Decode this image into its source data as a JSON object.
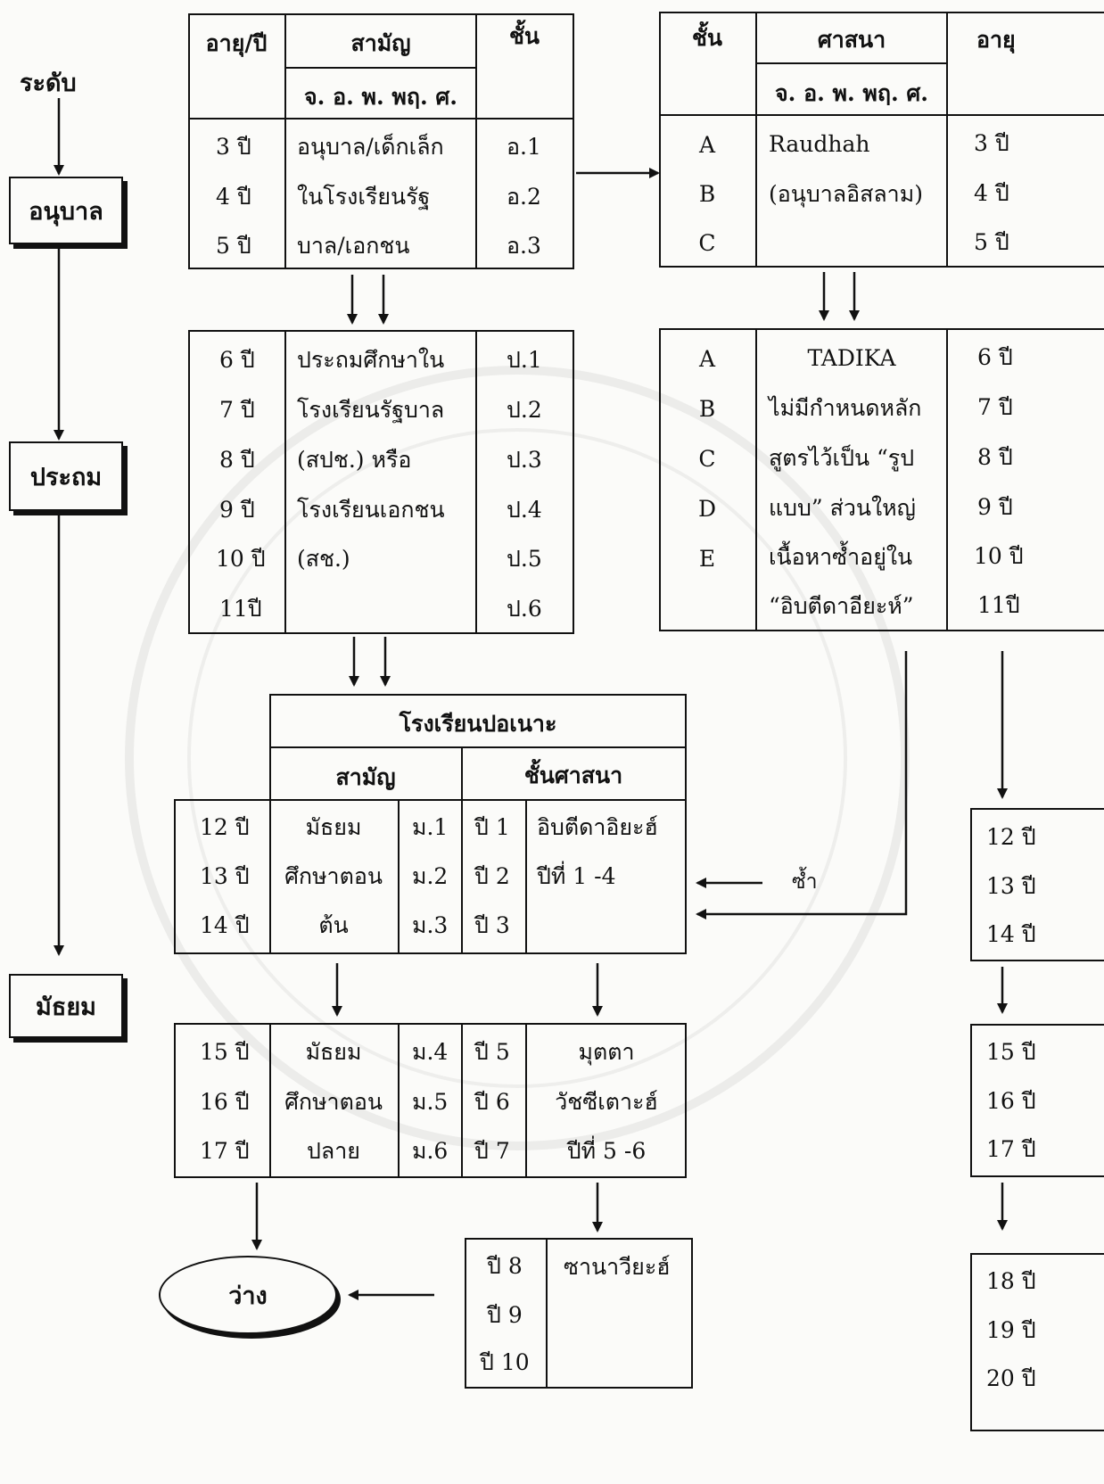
{
  "levels": {
    "label": "ระดับ",
    "kindergarten": "อนุบาล",
    "primary": "ประถม",
    "secondary": "มัธยม"
  },
  "t1": {
    "h_age": "อายุ/ปี",
    "h_general": "สามัญ",
    "h_grade": "ชั้น",
    "h_sub": "จ. อ. พ. พฤ. ศ.",
    "ages": [
      "3 ปี",
      "4 ปี",
      "5 ปี"
    ],
    "desc": [
      "อนุบาล/เด็กเล็ก",
      "ในโรงเรียนรัฐ",
      "บาล/เอกชน"
    ],
    "grades": [
      "อ.1",
      "อ.2",
      "อ.3"
    ]
  },
  "t2": {
    "h_grade": "ชั้น",
    "h_religion": "ศาสนา",
    "h_age": "อายุ",
    "h_sub": "จ. อ. พ. พฤ. ศ.",
    "grades": [
      "A",
      "B",
      "C"
    ],
    "desc": [
      "Raudhah",
      "(อนุบาลอิสลาม)",
      ""
    ],
    "ages": [
      "3 ปี",
      "4 ปี",
      "5 ปี"
    ]
  },
  "t3": {
    "ages": [
      "6 ปี",
      "7 ปี",
      "8 ปี",
      "9 ปี",
      "10 ปี",
      "11ปี"
    ],
    "desc": [
      "ประถมศึกษาใน",
      "โรงเรียนรัฐบาล",
      "(สปช.) หรือ",
      "โรงเรียนเอกชน",
      "(สช.)",
      ""
    ],
    "grades": [
      "ป.1",
      "ป.2",
      "ป.3",
      "ป.4",
      "ป.5",
      "ป.6"
    ]
  },
  "t4": {
    "grades": [
      "A",
      "B",
      "C",
      "D",
      "E",
      ""
    ],
    "desc": [
      "TADIKA",
      "ไม่มีกำหนดหลัก",
      "สูตรไว้เป็น “รูป",
      "แบบ” ส่วนใหญ่",
      "เนื้อหาซ้ำอยู่ใน",
      "“อิบตีดาอียะห์”"
    ],
    "ages": [
      "6 ปี",
      "7 ปี",
      "8 ปี",
      "9 ปี",
      "10 ปี",
      "11ปี"
    ]
  },
  "t5": {
    "title": "โรงเรียนปอเนาะ",
    "h_general": "สามัญ",
    "h_religion": "ชั้นศาสนา",
    "ages": [
      "12 ปี",
      "13 ปี",
      "14 ปี"
    ],
    "desc": [
      "มัธยม",
      "ศึกษาตอน",
      "ต้น"
    ],
    "grades": [
      "ม.1",
      "ม.2",
      "ม.3"
    ],
    "rel_years": [
      "ปี 1",
      "ปี 2",
      "ปี 3"
    ],
    "rel_desc": [
      "อิบตีดาอิยะฮ์",
      "ปีที่ 1 -4",
      ""
    ]
  },
  "repeat_label": "ซ้ำ",
  "t6": {
    "ages": [
      "15 ปี",
      "16 ปี",
      "17 ปี"
    ],
    "desc": [
      "มัธยม",
      "ศึกษาตอน",
      "ปลาย"
    ],
    "grades": [
      "ม.4",
      "ม.5",
      "ม.6"
    ],
    "rel_years": [
      "ปี 5",
      "ปี 6",
      "ปี 7"
    ],
    "rel_desc": [
      "มุตตา",
      "วัชซีเตาะฮ์",
      "ปีที่ 5 -6"
    ]
  },
  "t7": {
    "years": [
      "ปี 8",
      "ปี 9",
      "ปี 10"
    ],
    "desc": "ซานาวียะฮ์"
  },
  "empty_label": "ว่าง",
  "right_ages": {
    "g1": [
      "12 ปี",
      "13 ปี",
      "14 ปี"
    ],
    "g2": [
      "15 ปี",
      "16 ปี",
      "17 ปี"
    ],
    "g3": [
      "18 ปี",
      "19 ปี",
      "20 ปี"
    ]
  }
}
